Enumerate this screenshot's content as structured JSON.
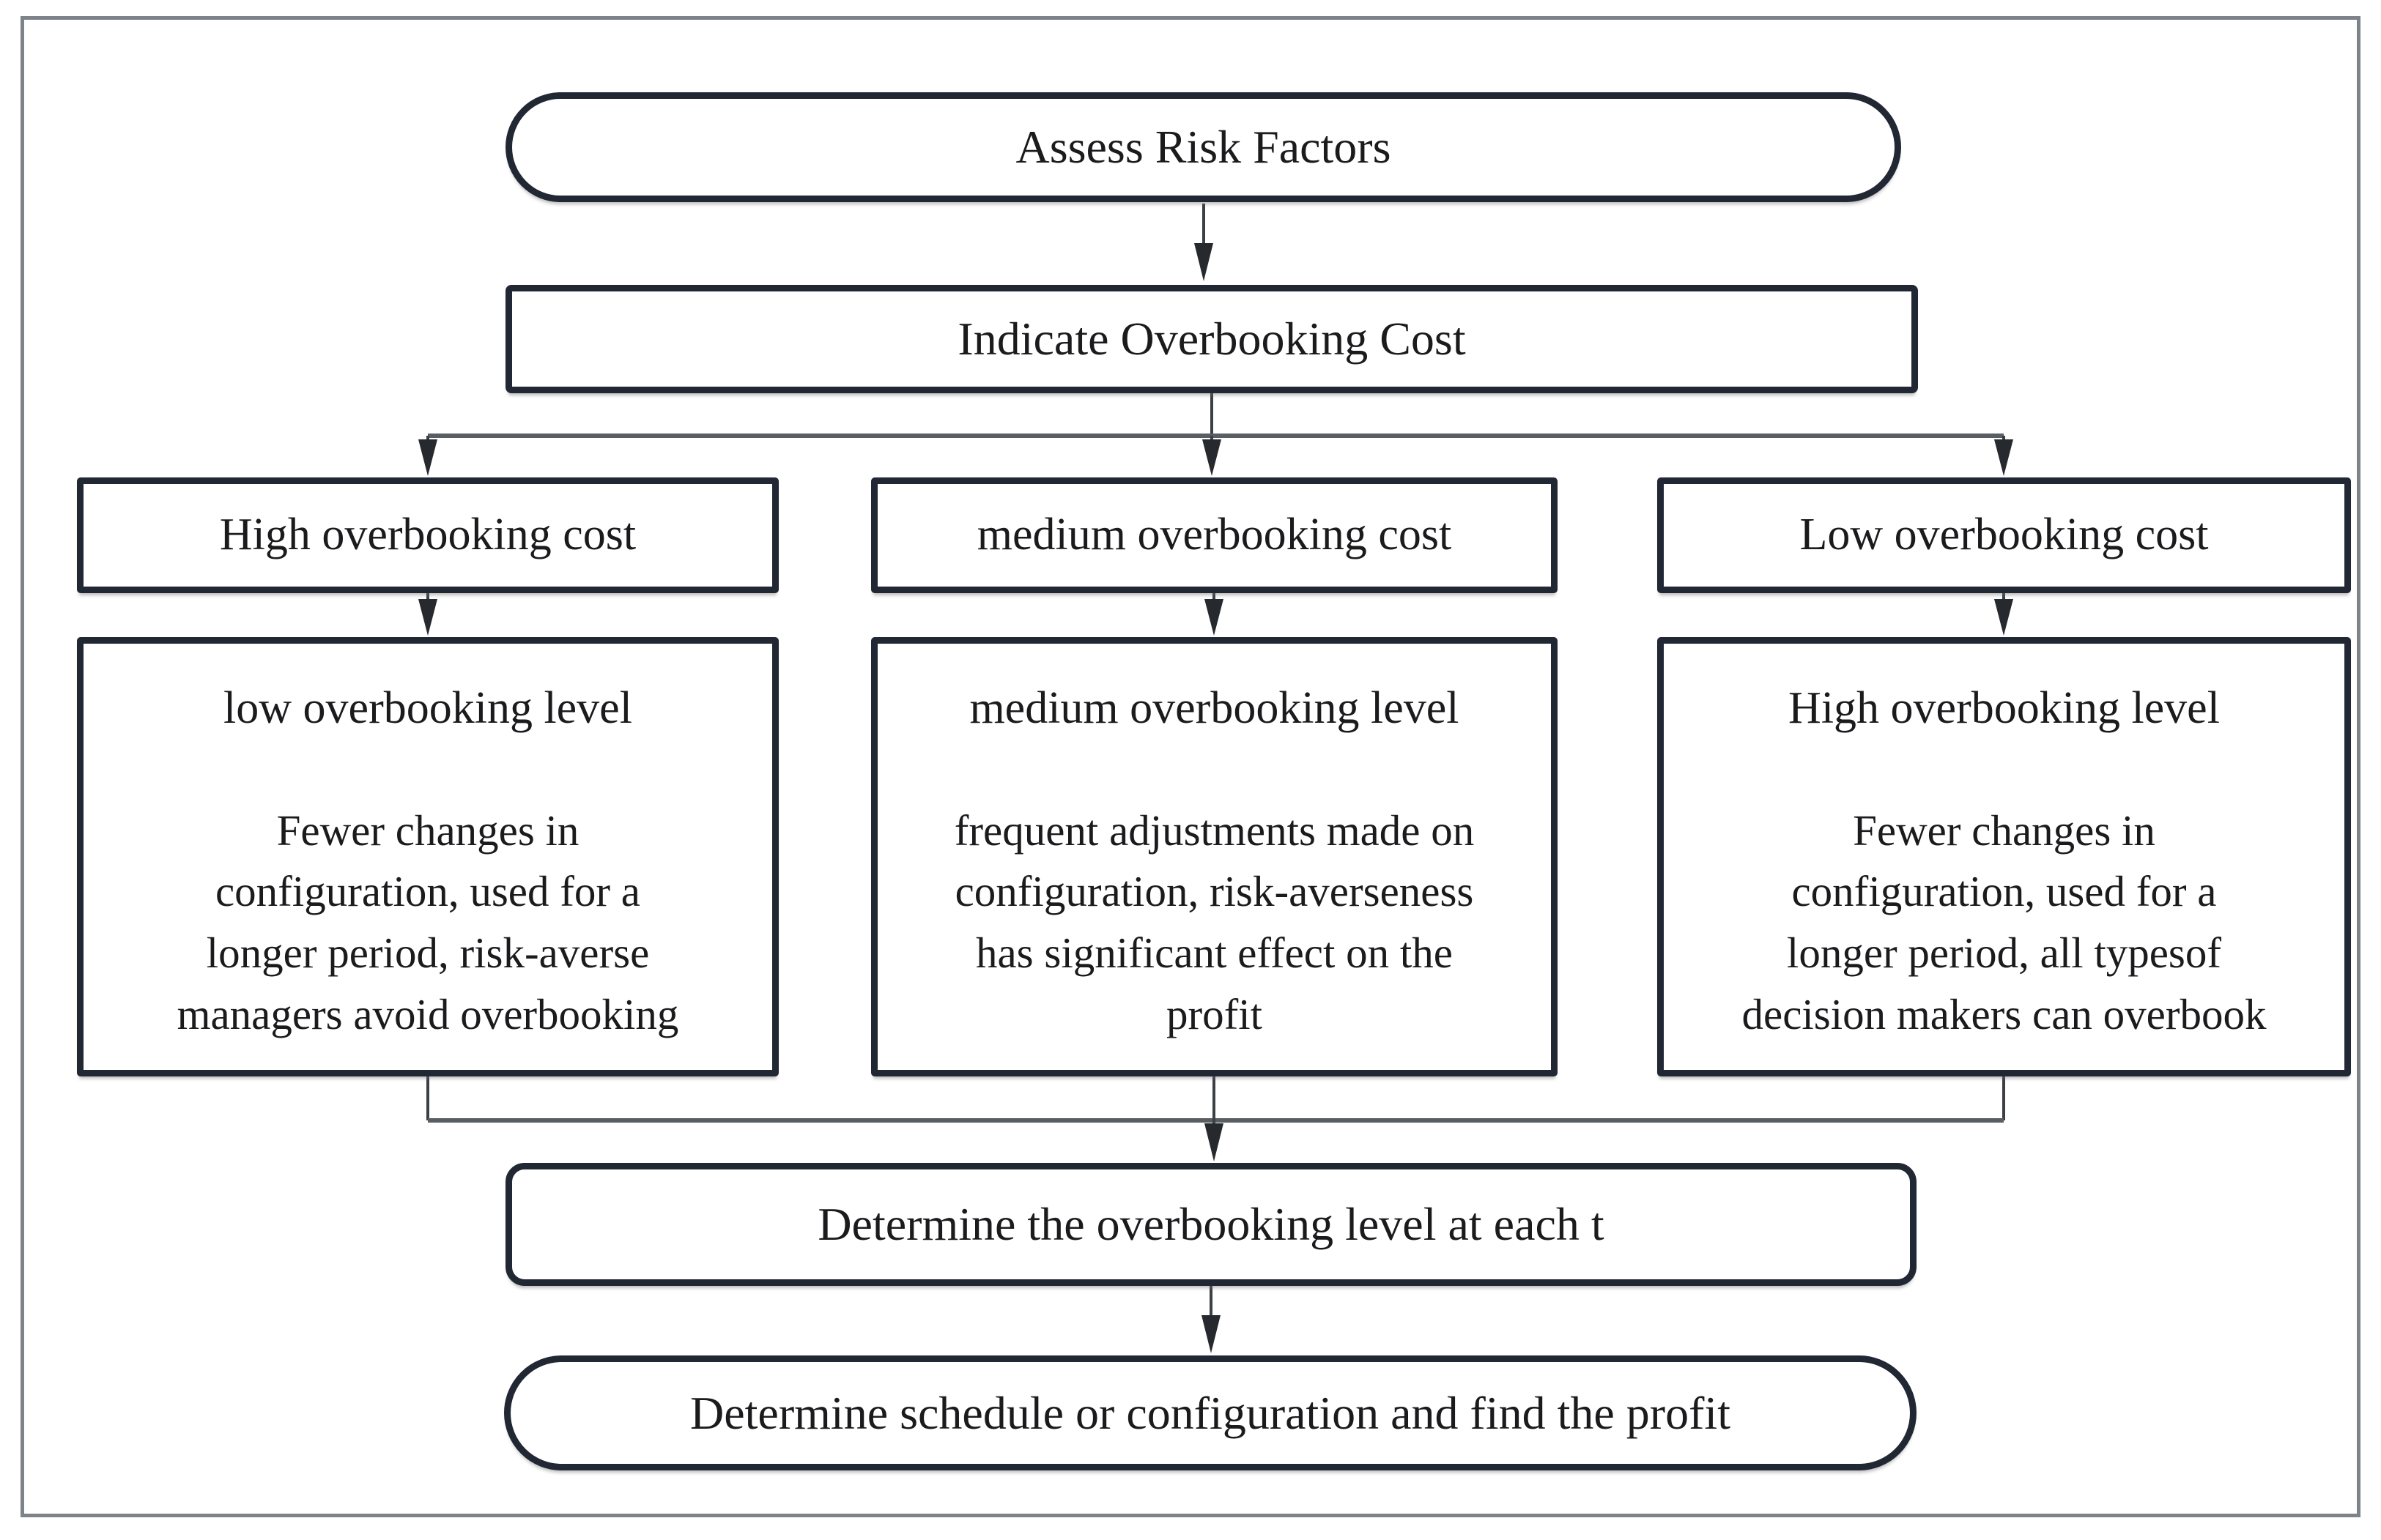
{
  "diagram": {
    "type": "flowchart",
    "topic": "Overbooking decision process"
  },
  "colors": {
    "background": "#ffffff",
    "box_border": "#212733",
    "text": "#1b1b1d",
    "outer_frame": "#7e838a",
    "connector_line": "#3c3f44",
    "branch_line": "#595e63",
    "arrowhead": "#26292e"
  },
  "nodes": {
    "assess": {
      "label": "Assess Risk Factors"
    },
    "indicate": {
      "label": "Indicate Overbooking Cost"
    },
    "cost_high": {
      "label": "High overbooking cost"
    },
    "cost_medium": {
      "label": "medium overbooking cost"
    },
    "cost_low": {
      "label": "Low overbooking cost"
    },
    "level_low": {
      "title": "low overbooking level",
      "description": "Fewer changes in\nconfiguration, used for a\nlonger period, risk-averse\nmanagers avoid overbooking"
    },
    "level_medium": {
      "title": "medium overbooking level",
      "description": "frequent adjustments made on\nconfiguration, risk-averseness\nhas significant effect on the\nprofit"
    },
    "level_high": {
      "title": "High overbooking level",
      "description": "Fewer changes in\nconfiguration, used for a\nlonger period, all typesof\ndecision makers can overbook"
    },
    "determine": {
      "label": "Determine the overbooking level at each t"
    },
    "schedule": {
      "label": "Determine schedule or configuration and find the profit"
    }
  },
  "edges": [
    {
      "from": "assess",
      "to": "indicate"
    },
    {
      "from": "indicate",
      "to": "cost_high"
    },
    {
      "from": "indicate",
      "to": "cost_medium"
    },
    {
      "from": "indicate",
      "to": "cost_low"
    },
    {
      "from": "cost_high",
      "to": "level_low"
    },
    {
      "from": "cost_medium",
      "to": "level_medium"
    },
    {
      "from": "cost_low",
      "to": "level_high"
    },
    {
      "from": "level_low",
      "to": "determine"
    },
    {
      "from": "level_medium",
      "to": "determine"
    },
    {
      "from": "level_high",
      "to": "determine"
    },
    {
      "from": "determine",
      "to": "schedule"
    }
  ]
}
